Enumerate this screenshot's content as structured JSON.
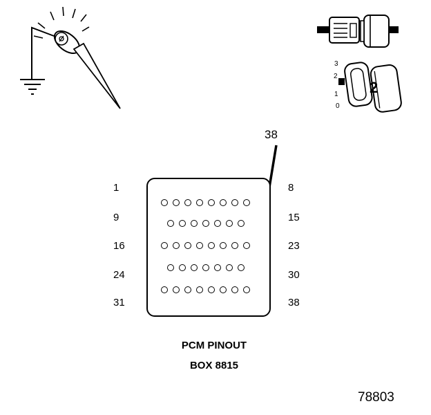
{
  "figure_number": "78803",
  "pinout": {
    "callout_pin": "38",
    "box_title": "PCM PINOUT",
    "box_subtitle": "BOX 8815",
    "rows": [
      {
        "left_label": "1",
        "right_label": "8",
        "pin_count": 8
      },
      {
        "left_label": "9",
        "right_label": "15",
        "pin_count": 7
      },
      {
        "left_label": "16",
        "right_label": "23",
        "pin_count": 8
      },
      {
        "left_label": "24",
        "right_label": "30",
        "pin_count": 7
      },
      {
        "left_label": "31",
        "right_label": "38",
        "pin_count": 8
      }
    ]
  },
  "connector_detail": {
    "callout": "2",
    "scale_marks": [
      "3",
      "2",
      "1",
      "0"
    ]
  },
  "icons": {
    "test_light": "grounded-test-light-probe-icon",
    "inline_connector": "inline-connector-icon",
    "connector_2": "two-way-connector-icon",
    "arrow": "pin-38-pointer-arrow"
  },
  "colors": {
    "ink": "#000000",
    "paper": "#ffffff"
  }
}
